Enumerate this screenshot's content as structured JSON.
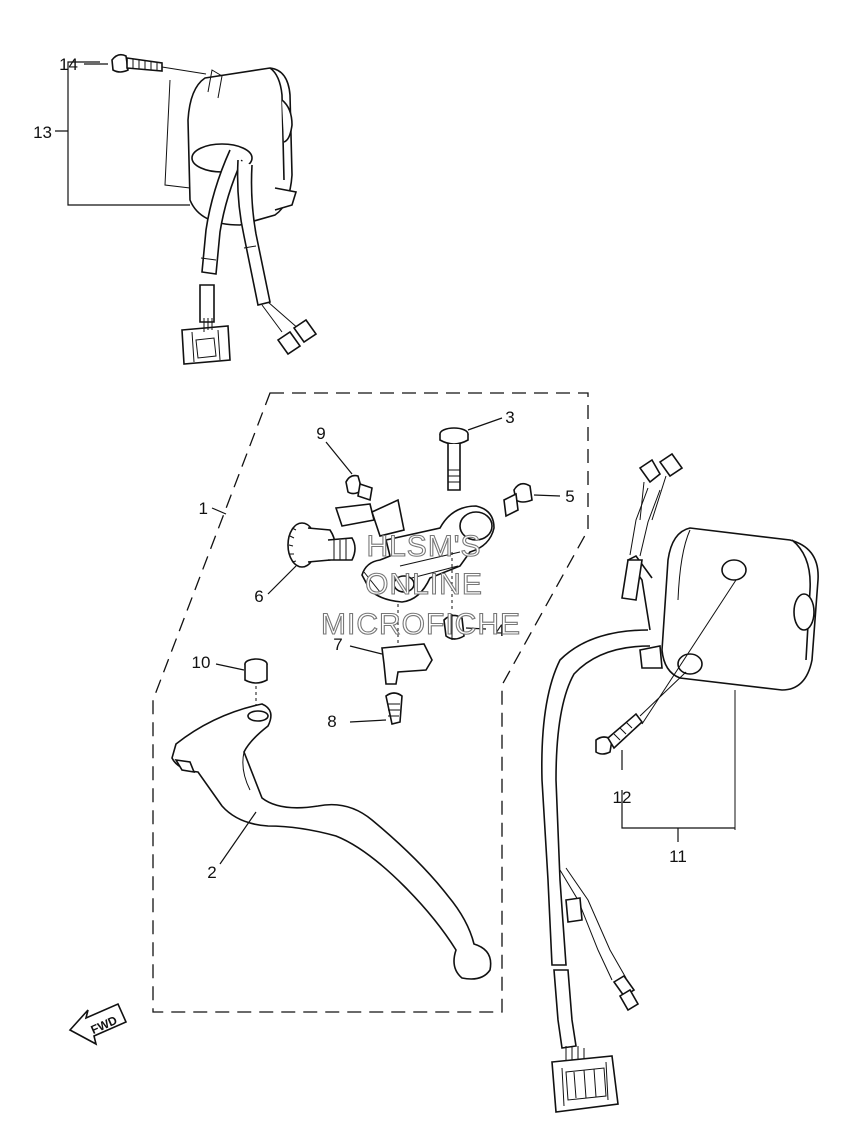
{
  "callouts": {
    "c1": "1",
    "c2": "2",
    "c3": "3",
    "c4": "4",
    "c5": "5",
    "c6": "6",
    "c7": "7",
    "c8": "8",
    "c9": "9",
    "c10": "10",
    "c11": "11",
    "c12": "12",
    "c13": "13",
    "c14": "14"
  },
  "watermark": {
    "line1": "HLSM'S",
    "line2": "ONLINE",
    "line3": "MICROFICHE"
  },
  "direction_arrow": {
    "label": "FWD"
  }
}
